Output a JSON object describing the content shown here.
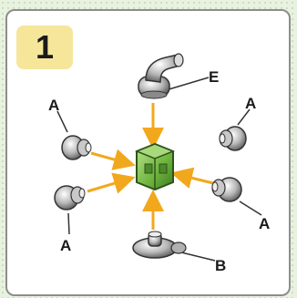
{
  "step": {
    "number": "1"
  },
  "labels": {
    "top_left_a": "A",
    "top_right_a": "A",
    "bottom_left_a": "A",
    "bottom_right_a": "A",
    "top_e": "E",
    "bottom_b": "B"
  },
  "colors": {
    "arrow": "#f2a81d",
    "hub": "#7cc04a",
    "hub_dark": "#3f6a22",
    "part": "#9a9a9a",
    "badge": "#f6e69a"
  }
}
